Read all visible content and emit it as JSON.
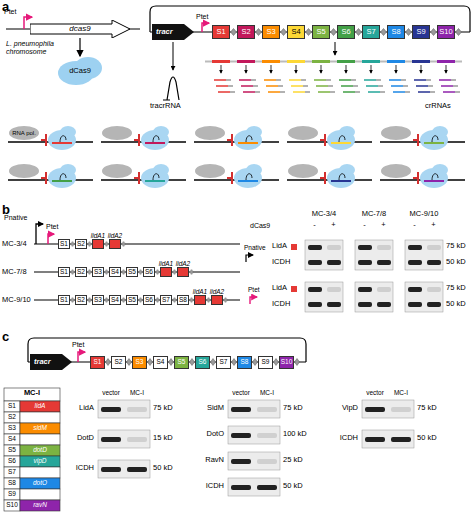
{
  "diagram": {
    "nodes": [
      {
        "text": [
          "dcas9"
        ]
      },
      {
        "text": [
          "dCas9"
        ]
      },
      {
        "text": [
          "tracr"
        ]
      },
      {
        "text": [
          "S1"
        ]
      },
      {
        "text": [
          "S2"
        ]
      },
      {
        "text": [
          "S3"
        ]
      },
      {
        "text": [
          "S4"
        ]
      },
      {
        "text": [
          "S5"
        ]
      },
      {
        "text": [
          "S6"
        ]
      },
      {
        "text": [
          "S7"
        ]
      },
      {
        "text": [
          "S8"
        ]
      },
      {
        "text": [
          "S9"
        ]
      },
      {
        "text": [
          "S10"
        ]
      },
      {
        "text": [
          "RNA pol."
        ]
      },
      {
        "text": [
          "S1"
        ]
      },
      {
        "text": [
          "S2"
        ]
      },
      {
        "text": [
          "lidA1"
        ]
      },
      {
        "text": [
          "lidA2"
        ]
      },
      {
        "text": [
          "S1"
        ]
      },
      {
        "text": [
          "S2"
        ]
      },
      {
        "text": [
          "S3"
        ]
      },
      {
        "text": [
          "S4"
        ]
      },
      {
        "text": [
          "S5"
        ]
      },
      {
        "text": [
          "S6"
        ]
      },
      {
        "text": [
          "lidA1"
        ]
      },
      {
        "text": [
          "lidA2"
        ]
      },
      {
        "text": [
          "S1"
        ]
      },
      {
        "text": [
          "S2"
        ]
      },
      {
        "text": [
          "S3"
        ]
      },
      {
        "text": [
          "S4"
        ]
      },
      {
        "text": [
          "S5"
        ]
      },
      {
        "text": [
          "S6"
        ]
      },
      {
        "text": [
          "S7"
        ]
      },
      {
        "text": [
          "S8"
        ]
      },
      {
        "text": [
          "lidA1"
        ]
      },
      {
        "text": [
          "lidA2"
        ]
      },
      {
        "text": [
          "tracr"
        ]
      },
      {
        "text": [
          "S1"
        ]
      },
      {
        "text": [
          "S2"
        ]
      },
      {
        "text": [
          "S3"
        ]
      },
      {
        "text": [
          "S4"
        ]
      },
      {
        "text": [
          "S5"
        ]
      },
      {
        "text": [
          "S6"
        ]
      },
      {
        "text": [
          "S7"
        ]
      },
      {
        "text": [
          "S8"
        ]
      },
      {
        "text": [
          "S9"
        ]
      },
      {
        "text": [
          "S10"
        ]
      }
    ],
    "edges": [
      {
        "from": 0,
        "to": 1,
        "arrow": "to"
      }
    ],
    "labels": [
      "a",
      "Ptet",
      "Ptet",
      "L. pneumophila chromosome",
      "tracrRNA",
      "crRNAs",
      "b",
      "Pnative",
      "Ptet",
      "MC-3/4",
      "MC-7/8",
      "MC-9/10",
      "MC-3/4",
      "MC-7/8",
      "MC-9/10",
      "dCas9",
      "-",
      "+",
      "-",
      "+",
      "-",
      "+",
      "Pnative",
      "LidA",
      "ICDH",
      "75 kD",
      "50 kD",
      "Ptet",
      "LidA",
      "ICDH",
      "75 kD",
      "50 kD",
      "c",
      "Ptet",
      "MC-I",
      "S1",
      "lidA",
      "S2",
      "S3",
      "sidM",
      "S4",
      "S5",
      "dotD",
      "S6",
      "vipD",
      "S7",
      "S8",
      "dotO",
      "S9",
      "S10",
      "ravN",
      "vector",
      "MC-I",
      "LidA",
      "75 kD",
      "DotD",
      "15 kD",
      "ICDH",
      "50 kD",
      "vector",
      "MC-I",
      "SidM",
      "75 kD",
      "DotO",
      "100 kD",
      "RavN",
      "25 kD",
      "ICDH",
      "50 kD",
      "vector",
      "MC-I",
      "VipD",
      "75 kD",
      "ICDH",
      "50 kD"
    ]
  }
}
